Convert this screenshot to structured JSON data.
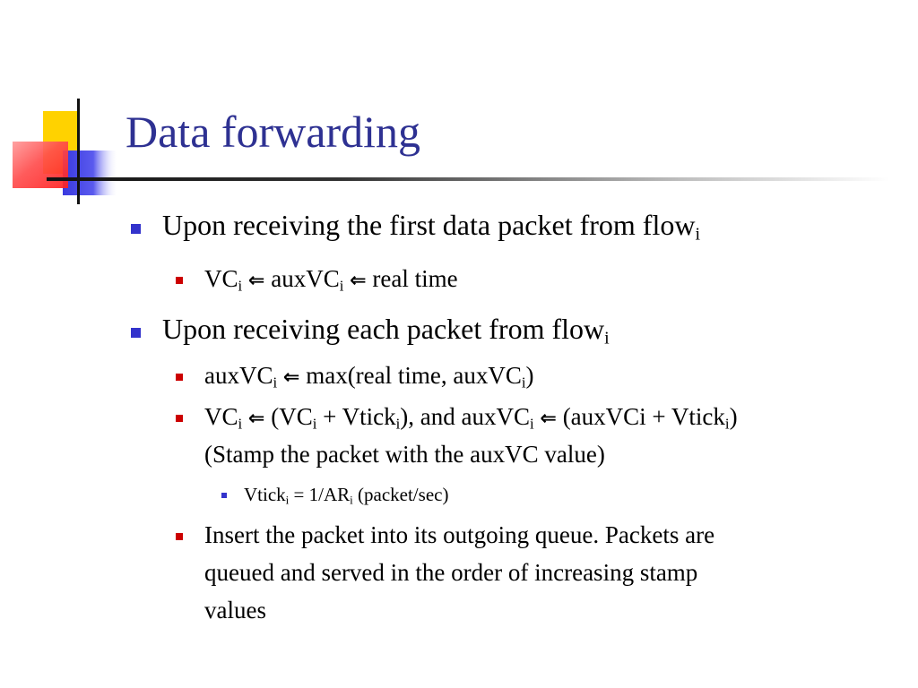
{
  "slide": {
    "title": "Data forwarding",
    "colors": {
      "title": "#2e3192",
      "bullet_level1": "#3333cc",
      "bullet_level2": "#cc0000",
      "bullet_level3": "#3333cc",
      "deco_yellow": "#ffd200",
      "deco_blue": "#3a3adf",
      "deco_red": "#ff3b3b"
    },
    "items": [
      {
        "level": 1,
        "segments": [
          {
            "t": "Upon receiving the first data packet from flow"
          },
          {
            "t": "i",
            "sub": true
          }
        ]
      },
      {
        "level": 2,
        "segments": [
          {
            "t": "VC"
          },
          {
            "t": "i",
            "sub": true
          },
          {
            "t": " "
          },
          {
            "t": "⇐",
            "arrow": true
          },
          {
            "t": " auxVC"
          },
          {
            "t": "i",
            "sub": true
          },
          {
            "t": " "
          },
          {
            "t": "⇐",
            "arrow": true
          },
          {
            "t": " real time"
          }
        ]
      },
      {
        "level": 1,
        "segments": [
          {
            "t": "Upon receiving each packet from flow"
          },
          {
            "t": "i",
            "sub": true
          }
        ]
      },
      {
        "level": 2,
        "segments": [
          {
            "t": "auxVC"
          },
          {
            "t": "i",
            "sub": true
          },
          {
            "t": " "
          },
          {
            "t": "⇐",
            "arrow": true
          },
          {
            "t": " max(real time, auxVC"
          },
          {
            "t": "i",
            "sub": true
          },
          {
            "t": ")"
          }
        ]
      },
      {
        "level": 2,
        "segments": [
          {
            "t": "VC"
          },
          {
            "t": "i",
            "sub": true
          },
          {
            "t": " "
          },
          {
            "t": "⇐",
            "arrow": true
          },
          {
            "t": " (VC"
          },
          {
            "t": "i",
            "sub": true
          },
          {
            "t": " + Vtick"
          },
          {
            "t": "i",
            "sub": true
          },
          {
            "t": "), and auxVC"
          },
          {
            "t": "i",
            "sub": true
          },
          {
            "t": " "
          },
          {
            "t": "⇐",
            "arrow": true
          },
          {
            "t": " (auxVCi + Vtick"
          },
          {
            "t": "i",
            "sub": true
          },
          {
            "t": ")"
          }
        ]
      },
      {
        "level": 2,
        "continuation": true,
        "segments": [
          {
            "t": "(Stamp the packet with the auxVC value)"
          }
        ]
      },
      {
        "level": 3,
        "segments": [
          {
            "t": "Vtick"
          },
          {
            "t": "i",
            "sub": true
          },
          {
            "t": " = 1/AR"
          },
          {
            "t": "i",
            "sub": true
          },
          {
            "t": " (packet/sec)"
          }
        ]
      },
      {
        "level": 2,
        "segments": [
          {
            "t": "Insert the packet into its outgoing queue. Packets are"
          }
        ]
      },
      {
        "level": 2,
        "continuation": true,
        "segments": [
          {
            "t": "queued and served in the order of increasing stamp"
          }
        ]
      },
      {
        "level": 2,
        "continuation": true,
        "segments": [
          {
            "t": "values"
          }
        ]
      }
    ]
  }
}
